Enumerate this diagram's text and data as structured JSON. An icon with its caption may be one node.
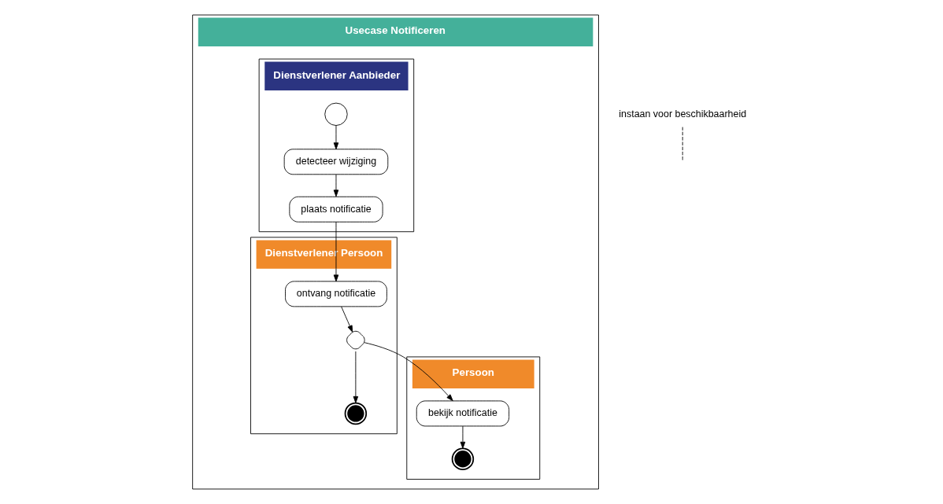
{
  "diagram": {
    "nodes": [
      {
        "text": [
          "Usecase Notificeren"
        ]
      },
      {
        "text": [
          "Persoon"
        ],
        "in": 0
      },
      {
        "text": [
          "Dienstverlener Persoon"
        ],
        "in": 0
      },
      {
        "text": [
          "Dienstverlener Aanbieder"
        ],
        "in": 0
      },
      {
        "text": [],
        "shape": "circle",
        "in": 3
      },
      {
        "text": [
          "detecteer wijziging"
        ],
        "in": 3
      },
      {
        "text": [
          "plaats notificatie"
        ],
        "in": 3
      },
      {
        "text": [
          "ontvang notificatie"
        ],
        "in": 2
      },
      {
        "text": [],
        "shape": "diamond",
        "in": 2
      },
      {
        "text": [],
        "shape": "circle",
        "in": 2
      },
      {
        "text": [
          "bekijk notificatie"
        ],
        "in": 1
      },
      {
        "text": [],
        "shape": "circle",
        "in": 1
      },
      {
        "text": [
          "instaan voor beschikbaarheid"
        ]
      }
    ],
    "edges": [
      {
        "from": 4,
        "to": 5,
        "arrow": "to"
      },
      {
        "from": 5,
        "to": 6,
        "arrow": "to"
      },
      {
        "from": 6,
        "to": 7,
        "arrow": "to"
      },
      {
        "from": 7,
        "to": 8,
        "arrow": "to"
      },
      {
        "from": 8,
        "to": 10,
        "arrow": "to"
      },
      {
        "from": 8,
        "to": 9,
        "arrow": "to"
      },
      {
        "from": 10,
        "to": 11,
        "arrow": "to"
      },
      {
        "from": 12,
        "to": null,
        "arrow": "none",
        "style": "dashed"
      }
    ]
  }
}
